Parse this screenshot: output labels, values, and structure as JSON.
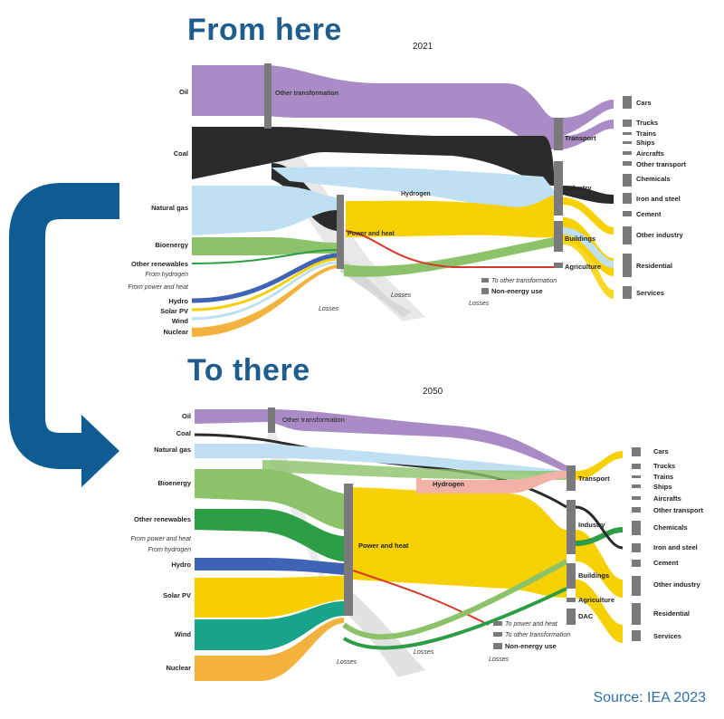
{
  "headline_top": "From here",
  "headline_bottom": "To there",
  "source": "Source: IEA 2023",
  "diagrams": [
    {
      "year": "2021",
      "sources": [
        "Oil",
        "Coal",
        "Natural gas",
        "Bioenergy",
        "Other renewables",
        "From hydrogen",
        "From power and heat",
        "Hydro",
        "Solar PV",
        "Wind",
        "Nuclear"
      ],
      "transformations": [
        "Other transformation",
        "Power and heat",
        "Hydrogen",
        "Losses",
        "Losses",
        "Losses"
      ],
      "sectors": [
        "Transport",
        "Industry",
        "Buildings",
        "Agriculture",
        "To other transformation",
        "Non-energy use"
      ],
      "end_uses": [
        "Cars",
        "Trucks",
        "Trains",
        "Ships",
        "Aircrafts",
        "Other transport",
        "Chemicals",
        "Iron and steel",
        "Cement",
        "Other industry",
        "Residential",
        "Services"
      ]
    },
    {
      "year": "2050",
      "sources": [
        "Oil",
        "Coal",
        "Natural gas",
        "Bioenergy",
        "Other renewables",
        "From power and heat",
        "From hydrogen",
        "Hydro",
        "Solar PV",
        "Wind",
        "Nuclear"
      ],
      "transformations": [
        "Other transformation",
        "Power and heat",
        "Hydrogen",
        "Losses",
        "Losses",
        "Losses"
      ],
      "sectors": [
        "Transport",
        "Industry",
        "Buildings",
        "Agriculture",
        "DAC",
        "To power and heat",
        "To other transformation",
        "Non-energy use"
      ],
      "end_uses": [
        "Cars",
        "Trucks",
        "Trains",
        "Ships",
        "Aircrafts",
        "Other transport",
        "Chemicals",
        "Iron and steel",
        "Cement",
        "Other industry",
        "Residential",
        "Services"
      ]
    }
  ],
  "colors": {
    "oil": "#a98cc6",
    "coal": "#2b2b2b",
    "gas": "#bfe0f2",
    "bio": "#8cc26a",
    "renew": "#2e9e46",
    "hydro": "#3f63b5",
    "solar": "#f7cf00",
    "wind": "#17a48a",
    "nuclear": "#f3b23e",
    "power": "#f7d000",
    "hydrogen": "#f2b3a6",
    "loss": "#dedede",
    "node": "#7a7a7a",
    "arrow": "#0f5b93",
    "headline": "#1f5e8c"
  }
}
